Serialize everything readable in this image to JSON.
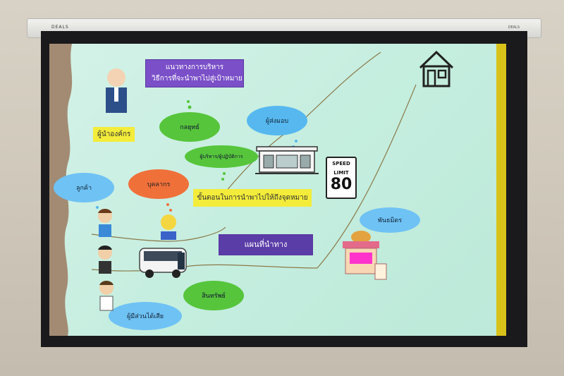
{
  "projector_screen": {
    "brand": "DEALS",
    "brand_right": "DEALS"
  },
  "slide": {
    "title_box": {
      "line1": "แนวทางการบริหาร",
      "line2": "วิธีการที่จะนำพาไปสู่เป้าหมาย"
    },
    "org_label": "ผู้นำองค์กร",
    "steps_label": "ขั้นตอนในการนำพาไปให้ถึงจุดหมาย",
    "map_label": "แผนที่นำทาง",
    "clouds": {
      "strategy": "กลยุทธ์",
      "deliverer": "ผู้ส่งมอบ",
      "executive": "ผู้บริหาร/ผู้ปฏิบัติการ",
      "personnel": "บุคลากร",
      "customer": "ลูกค้า",
      "partner": "พันธมิตร",
      "product": "สินทรัพย์",
      "stakeholder": "ผู้มีส่วนได้เสีย"
    },
    "speed_sign": {
      "line1": "SPEED",
      "line2": "LIMIT",
      "number": "80"
    },
    "colors": {
      "background": "#c5eedf",
      "purple": "#7a4fc8",
      "yellow": "#f3ec3a",
      "green_cloud": "#56c53b",
      "blue_cloud": "#56b8ef",
      "orange_cloud": "#f0703a",
      "stripe": "#d8c21a"
    },
    "icons": [
      "house-icon",
      "bus-icon",
      "building-icon",
      "shop-icon",
      "boss-baby-icon",
      "person-icon",
      "speed-limit-sign-icon"
    ]
  }
}
